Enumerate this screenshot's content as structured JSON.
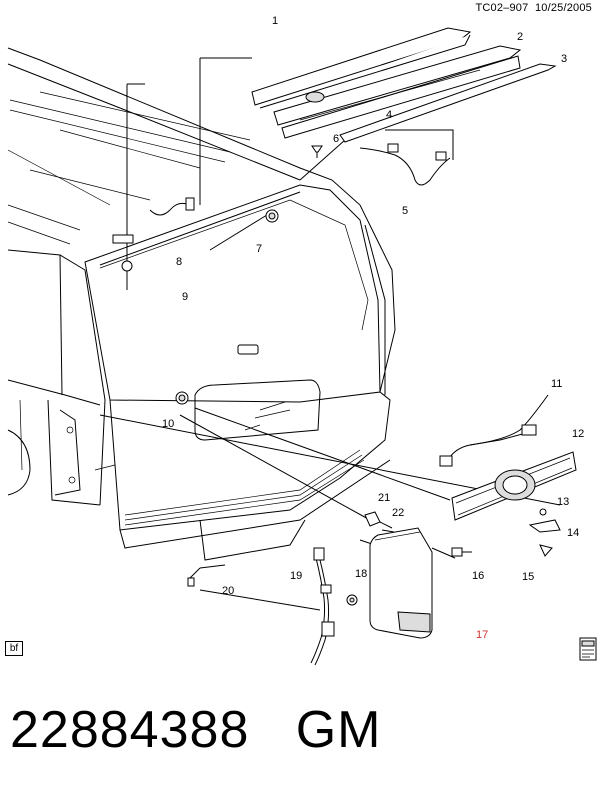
{
  "header": {
    "doc_ref": "TC02–907",
    "date": "10/25/2005"
  },
  "corner_tag": "bf",
  "part_footer": {
    "part_number": "22884388",
    "brand": "GM"
  },
  "callouts": [
    "1",
    "2",
    "3",
    "4",
    "5",
    "6",
    "7",
    "8",
    "9",
    "10",
    "11",
    "12",
    "13",
    "14",
    "15",
    "16",
    "17",
    "18",
    "19",
    "20",
    "21",
    "22"
  ],
  "highlight_color": "#d0312d",
  "icons": [
    "vehicle-rear-view-diagram",
    "book-manual-icon"
  ]
}
